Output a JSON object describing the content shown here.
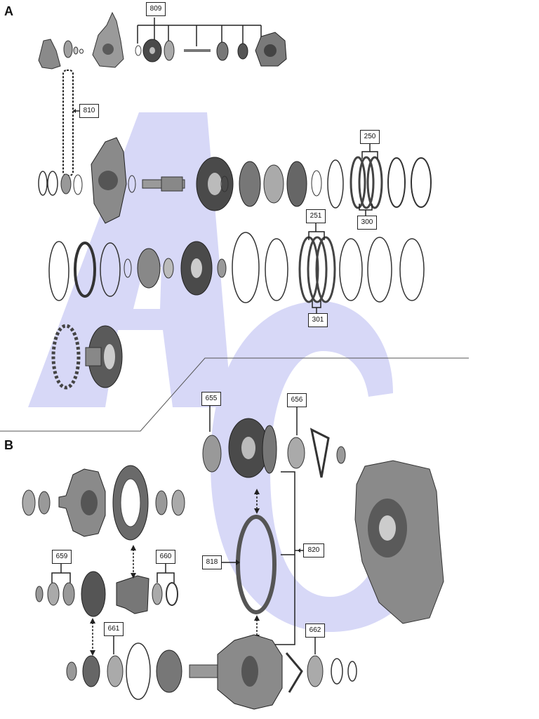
{
  "sections": {
    "a": "A",
    "b": "B"
  },
  "callouts": {
    "c809": "809",
    "c810": "810",
    "c250": "250",
    "c300": "300",
    "c251": "251",
    "c301": "301",
    "c655": "655",
    "c656": "656",
    "c818": "818",
    "c820": "820",
    "c659": "659",
    "c660": "660",
    "c661": "661",
    "c662": "662"
  },
  "colors": {
    "watermark": "#d7d8f7",
    "ring": "#333333",
    "part_dark": "#4a4a4a",
    "part_mid": "#8a8a8a",
    "part_light": "#c8c8c8",
    "line": "#222222"
  }
}
